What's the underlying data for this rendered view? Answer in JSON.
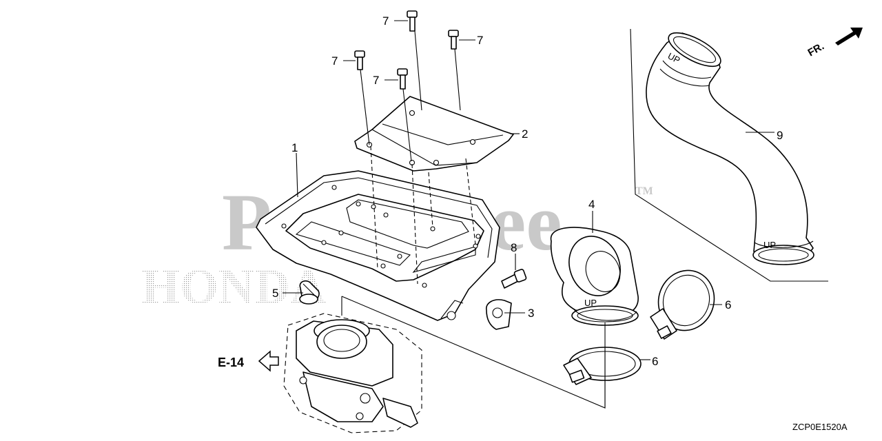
{
  "diagram": {
    "watermark_primary": "PartsTree",
    "watermark_trademark": "TM",
    "watermark_brand": "HONDA",
    "orientation_label": "FR.",
    "section_ref": "E-14",
    "figure_code": "ZCP0E1520A",
    "callouts": {
      "c1": "1",
      "c2": "2",
      "c3": "3",
      "c4": "4",
      "c5": "5",
      "c6a": "6",
      "c6b": "6",
      "c7a": "7",
      "c7b": "7",
      "c7c": "7",
      "c7d": "7",
      "c8": "8",
      "c9": "9"
    },
    "stamps": {
      "up_a": "UP",
      "up_b": "UP",
      "up_c": "UP"
    }
  }
}
